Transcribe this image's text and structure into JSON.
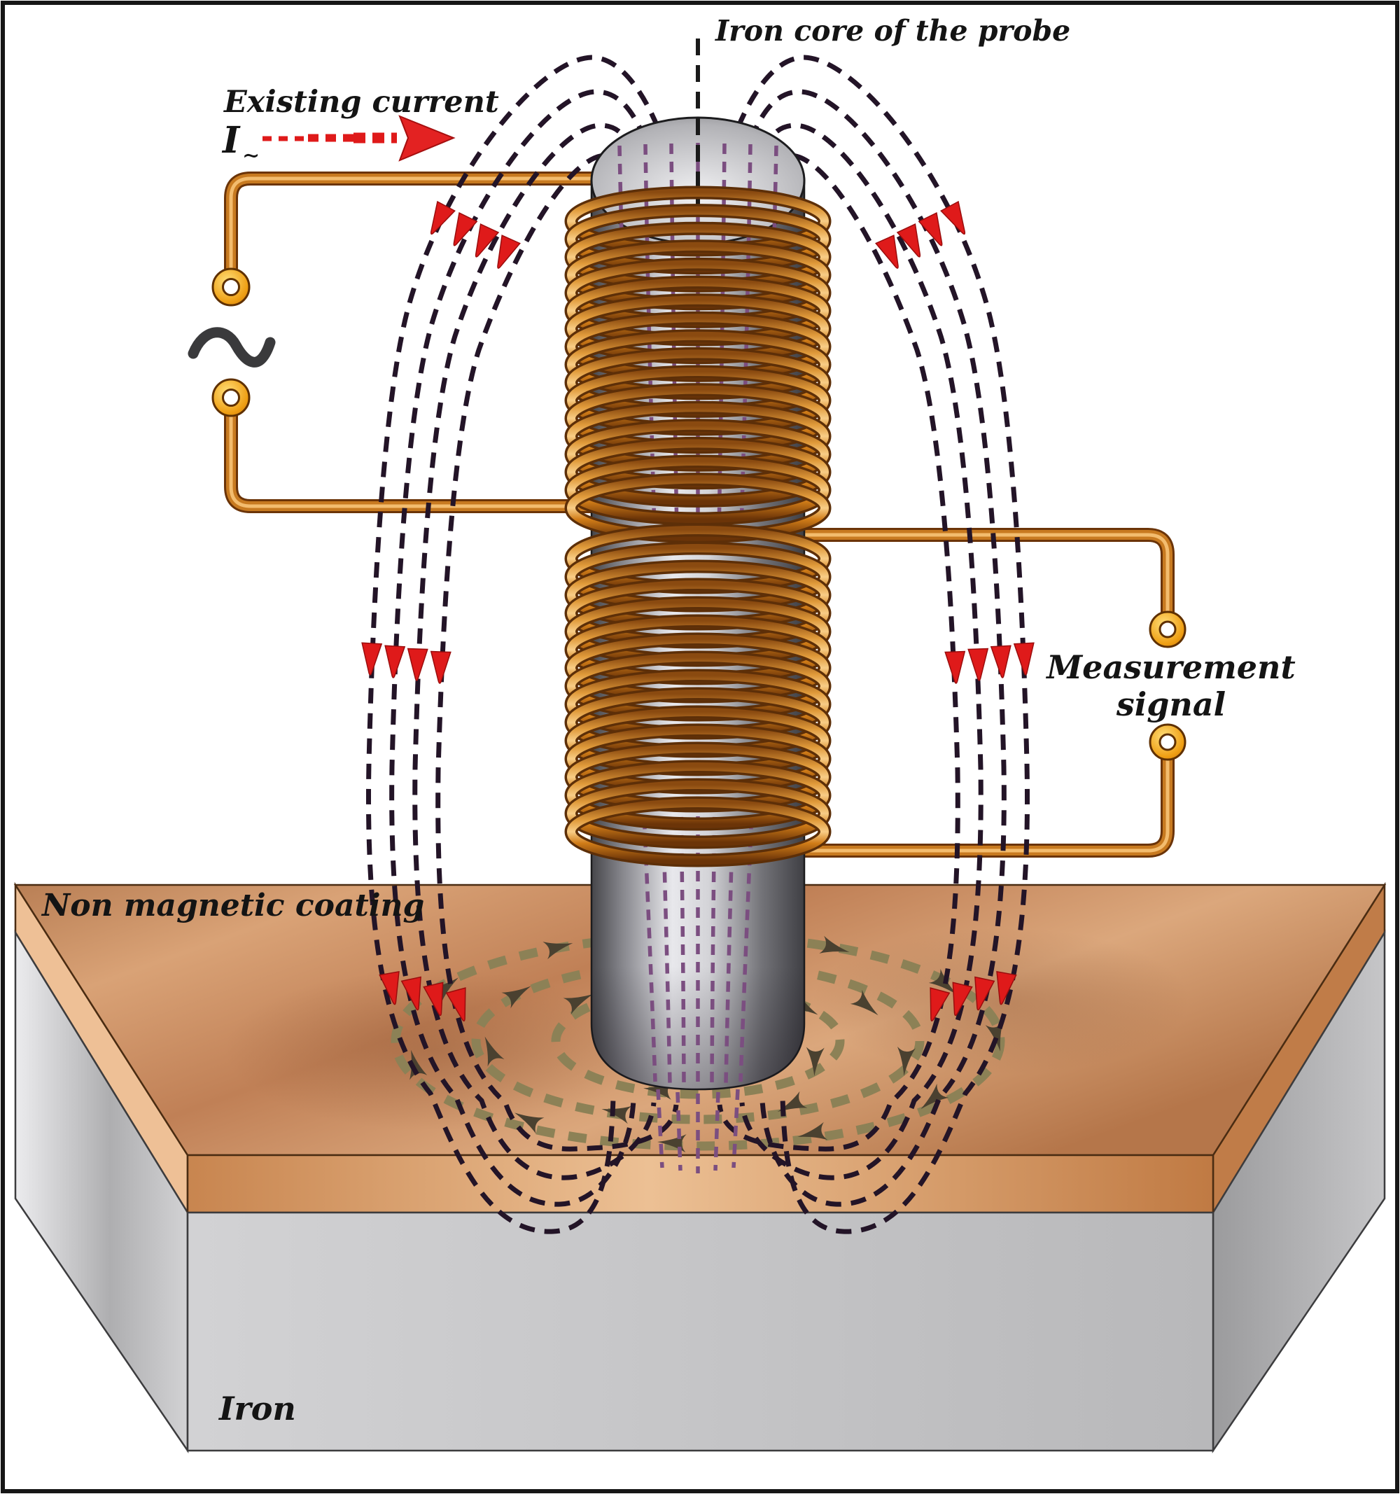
{
  "diagram": {
    "title": "Iron core of the probe",
    "excitation": {
      "label": "Existing current",
      "current_symbol": "I",
      "current_subscript": "∼"
    },
    "measurement": {
      "line1": "Measurement",
      "line2": "signal"
    },
    "materials": {
      "coating_label": "Non magnetic coating",
      "substrate_label": "Iron"
    },
    "source": {
      "ac_symbol": "∼"
    },
    "coils": {
      "upper_turns": 17,
      "lower_turns": 16
    },
    "colors": {
      "copper_wire": "#c87a20",
      "copper_outline": "#6b3408",
      "copper_highlight": "#f3bc6e",
      "terminal_gold": "#e89010",
      "core_metal": "#d4d4d8",
      "field_line": "#231427",
      "core_flux_line": "#7b4e80",
      "eddy_current": "#8c8156",
      "eddy_arrow": "#4a4130",
      "direction_arrow_red": "#df1a1a",
      "coating_face": "#cf9064",
      "iron_face": "#c6c6c8",
      "coating_label_text": "#4f3d10"
    }
  }
}
